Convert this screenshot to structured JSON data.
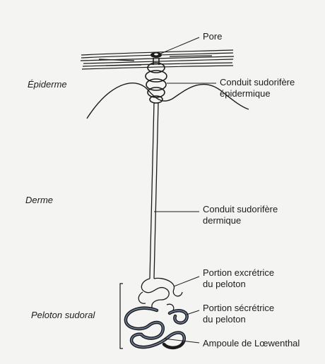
{
  "diagram": {
    "labels": {
      "pore": "Pore",
      "epidermal_duct": "Conduit sudorifère\népidermique",
      "dermal_duct": "Conduit sudorifère\ndermique",
      "excretory_portion": "Portion excrétrice\ndu peloton",
      "secretory_portion": "Portion sécrétrice\ndu peloton",
      "ampulla": "Ampoule de Lœwenthal"
    },
    "layers": {
      "epidermis": "Épiderme",
      "dermis": "Derme",
      "coil": "Peloton sudoral"
    }
  },
  "colors": {
    "ink": "#1c1c1c",
    "background": "#f4f4f2",
    "secretory_fill": "#6f7fa0"
  }
}
